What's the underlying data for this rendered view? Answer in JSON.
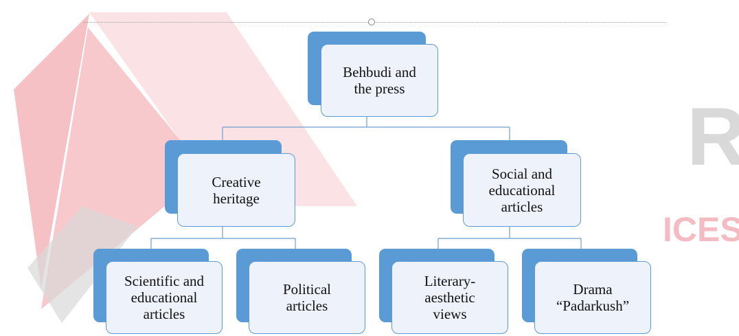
{
  "diagram": {
    "root": {
      "label": "Behbudi and\nthe press"
    },
    "level1": [
      {
        "label": "Creative\nheritage"
      },
      {
        "label": "Social and\neducational\narticles"
      }
    ],
    "level2": [
      {
        "label": "Scientific and\neducational\narticles"
      },
      {
        "label": "Political\narticles"
      },
      {
        "label": "Literary-\naesthetic\nviews"
      },
      {
        "label": "Drama\n“Padarkush”"
      }
    ]
  },
  "watermark": {
    "text_right": "R",
    "text_sub": "ICES"
  },
  "colors": {
    "accent": "#5b9bd5",
    "box_fill": "#eef3fb",
    "watermark": "#f6c9cd"
  }
}
